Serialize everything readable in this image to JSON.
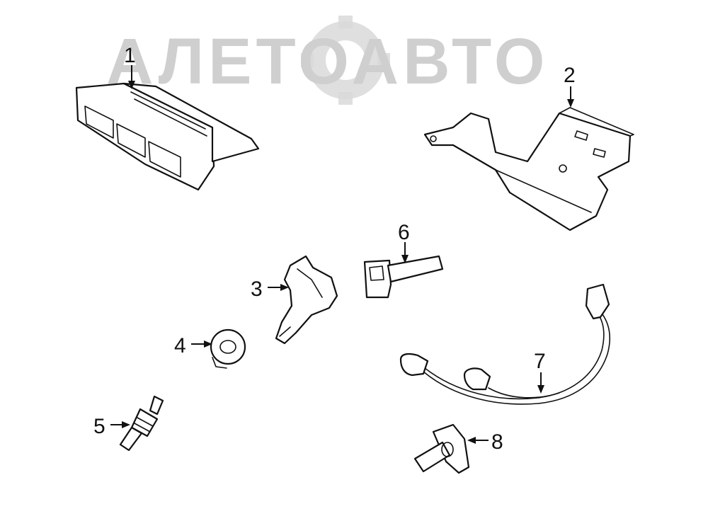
{
  "watermark": {
    "logo_text": "АЛЕТОАВТО",
    "color": "#cfcfcf"
  },
  "callouts": [
    {
      "id": "1",
      "label": "1"
    },
    {
      "id": "2",
      "label": "2"
    },
    {
      "id": "3",
      "label": "3"
    },
    {
      "id": "4",
      "label": "4"
    },
    {
      "id": "5",
      "label": "5"
    },
    {
      "id": "6",
      "label": "6"
    },
    {
      "id": "7",
      "label": "7"
    },
    {
      "id": "8",
      "label": "8"
    }
  ]
}
